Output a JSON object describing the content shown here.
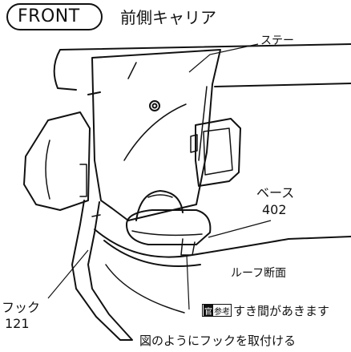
{
  "header": {
    "front_label": "FRONT",
    "title": "前側キャリア"
  },
  "labels": {
    "stay": "ステー",
    "base": "ベース",
    "base_number": "402",
    "roof_section": "ルーフ断面",
    "hook": "フック",
    "hook_number": "121"
  },
  "note": {
    "icon_text": "参考",
    "icon_mark": "官",
    "text": "すき間があきます"
  },
  "caption": "図のようにフックを取付ける"
}
